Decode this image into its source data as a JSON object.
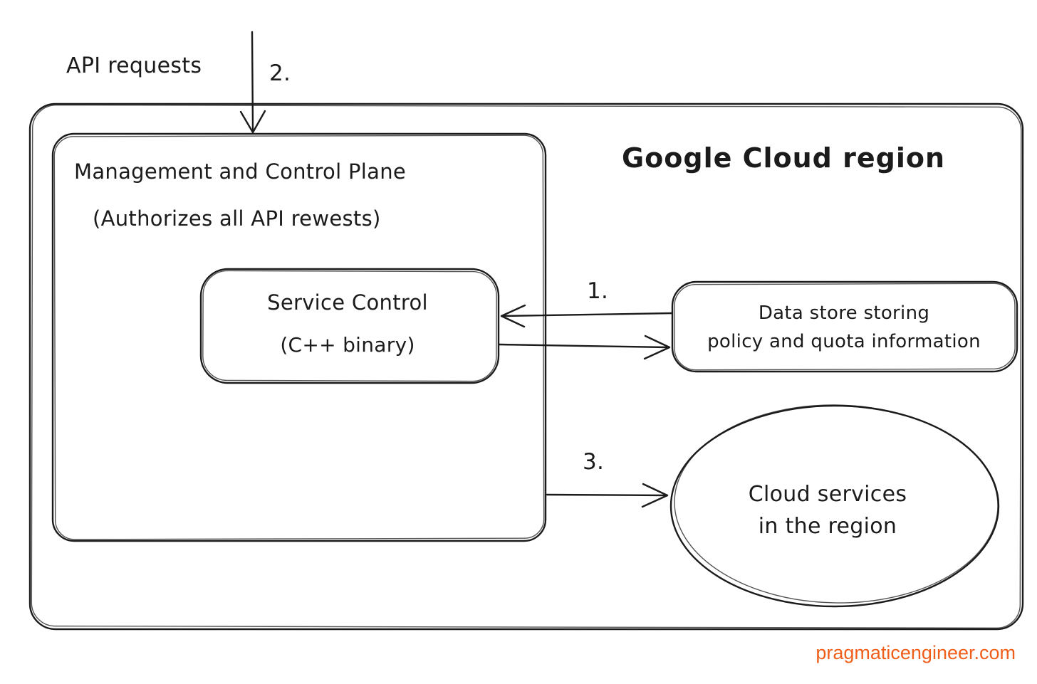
{
  "diagram": {
    "external_label": "API requests",
    "outer_box": {
      "title": "Google Cloud region"
    },
    "management_box": {
      "title": "Management and Control Plane",
      "subtitle": "(Authorizes all API rewests)"
    },
    "service_control_box": {
      "line1": "Service Control",
      "line2": "(C++ binary)"
    },
    "data_store_box": {
      "line1": "Data store storing",
      "line2": "policy and quota information"
    },
    "cloud_services_ellipse": {
      "line1": "Cloud services",
      "line2": "in the region"
    },
    "arrows": {
      "step1_label": "1.",
      "step2_label": "2.",
      "step3_label": "3."
    },
    "colors": {
      "stroke": "#1b1b1b",
      "watermark_orange": "#F05E1B",
      "background": "#ffffff"
    }
  },
  "footer": {
    "watermark": "pragmaticengineer.com"
  }
}
